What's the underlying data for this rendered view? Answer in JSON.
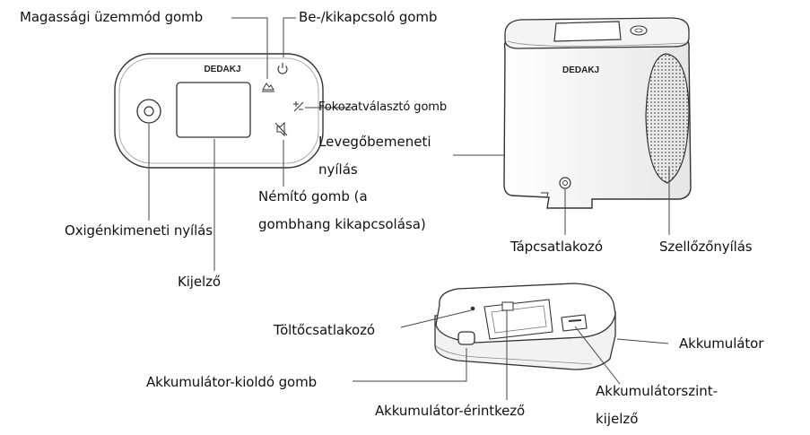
{
  "brand": "DEDAKJ",
  "labels": {
    "altitude_mode_button": "Magassági üzemmód gomb",
    "power_button": "Be-/kikapcsoló gomb",
    "level_selector_button": "Fokozatválasztó gomb",
    "air_inlet_line1": "Levegőbemeneti",
    "air_inlet_line2": "nyílás",
    "mute_button_line1": "Némító gomb (a",
    "mute_button_line2": "gombhang kikapcsolása)",
    "oxygen_outlet": "Oxigénkimeneti nyílás",
    "display": "Kijelző",
    "power_connector": "Tápcsatlakozó",
    "vent": "Szellőzőnyílás",
    "charging_connector": "Töltőcsatlakozó",
    "battery": "Akkumulátor",
    "battery_release_button": "Akkumulátor-kioldó gomb",
    "battery_contact": "Akkumulátor-érintkező",
    "battery_level_indicator_line1": "Akkumulátorszint-",
    "battery_level_indicator_line2": "kijelző"
  },
  "colors": {
    "line": "#4a4a4a",
    "device_fill": "#ffffff",
    "shade": "#e9e9e9"
  }
}
